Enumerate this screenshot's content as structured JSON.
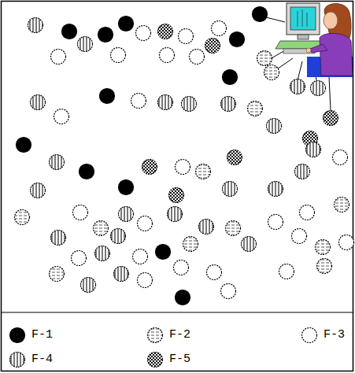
{
  "diagram": {
    "legend": [
      {
        "text": "F-1"
      },
      {
        "text": "F-2"
      },
      {
        "text": "F-3"
      },
      {
        "text": "F-4"
      },
      {
        "text": "F-5"
      }
    ]
  }
}
